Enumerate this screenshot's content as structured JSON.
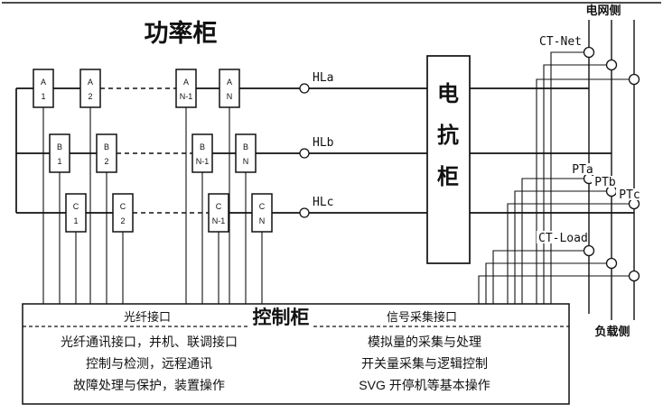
{
  "power_title": "功率柜",
  "reactor": {
    "c0": "电",
    "c1": "抗",
    "c2": "柜"
  },
  "hl": {
    "a": "HLa",
    "b": "HLb",
    "c": "HLc"
  },
  "grid": {
    "side_top": "电网侧",
    "side_bottom": "负载侧",
    "ct_net": "CT-Net",
    "ct_load": "CT-Load",
    "pta": "PTa",
    "ptb": "PTb",
    "ptc": "PTc"
  },
  "modules": {
    "rows": [
      {
        "units": [
          {
            "t": "A",
            "b": "1"
          },
          {
            "t": "A",
            "b": "2"
          },
          {
            "t": "A",
            "b": "N-1"
          },
          {
            "t": "A",
            "b": "N"
          }
        ]
      },
      {
        "units": [
          {
            "t": "B",
            "b": "1"
          },
          {
            "t": "B",
            "b": "2"
          },
          {
            "t": "B",
            "b": "N-1"
          },
          {
            "t": "B",
            "b": "N"
          }
        ]
      },
      {
        "units": [
          {
            "t": "C",
            "b": "1"
          },
          {
            "t": "C",
            "b": "2"
          },
          {
            "t": "C",
            "b": "N-1"
          },
          {
            "t": "C",
            "b": "N"
          }
        ]
      }
    ]
  },
  "control": {
    "title": "控制柜",
    "left_header": "光纤接口",
    "right_header": "信号采集接口",
    "left_lines": [
      "光纤通讯接口，并机、联调接口",
      "控制与检测，远程通讯",
      "故障处理与保护，装置操作"
    ],
    "right_lines": [
      "模拟量的采集与处理",
      "开关量采集与逻辑控制",
      "SVG 开停机等基本操作"
    ]
  },
  "colors": {
    "line": "#111111",
    "background": "#ffffff"
  }
}
